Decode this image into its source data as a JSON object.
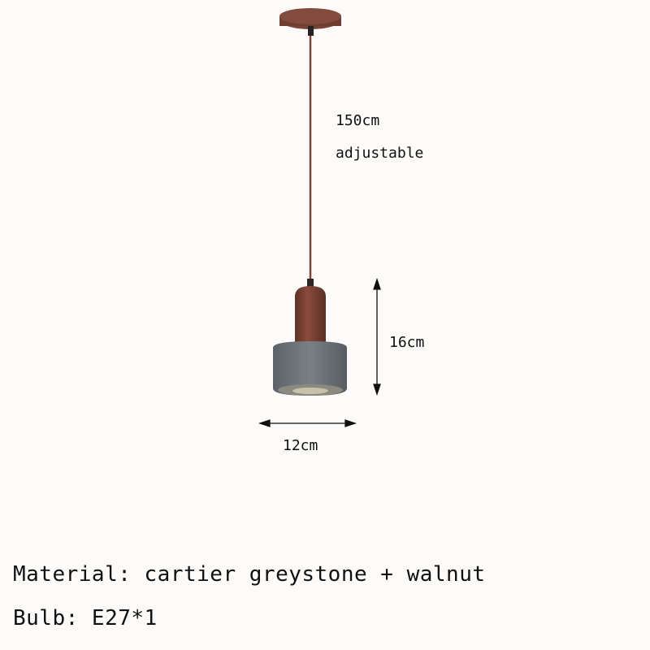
{
  "product": {
    "cord_length": "150cm",
    "cord_note": "adjustable",
    "height": "16cm",
    "width": "12cm",
    "material": "Material: cartier greystone + walnut",
    "bulb": "Bulb: E27*1"
  },
  "colors": {
    "background": "#fcfbf9",
    "walnut": "#7a4336",
    "stone": "#6f757b"
  }
}
